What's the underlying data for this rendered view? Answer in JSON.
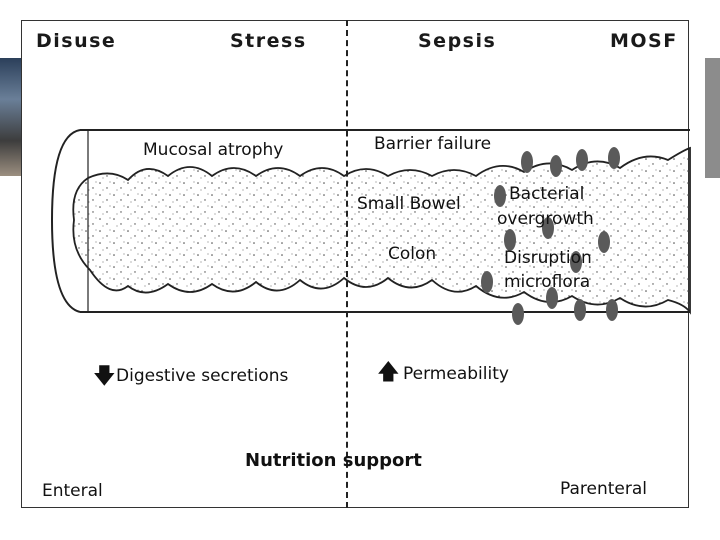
{
  "stages": {
    "disuse": "Disuse",
    "stress": "Stress",
    "sepsis": "Sepsis",
    "mosf": "MOSF"
  },
  "intestine_labels": {
    "mucosal_atrophy": "Mucosal atrophy",
    "barrier_failure": "Barrier failure",
    "small_bowel": "Small Bowel",
    "colon": "Colon",
    "bacterial_overgrowth_1": "Bacterial",
    "bacterial_overgrowth_2": "overgrowth",
    "disruption_microflora_1": "Disruption",
    "disruption_microflora_2": "microflora"
  },
  "effects": {
    "digestive_secretions": "Digestive secretions",
    "permeability": "Permeability",
    "down_arrow_icon": "down-arrow-icon",
    "up_arrow_icon": "up-arrow-icon"
  },
  "footer": {
    "nutrition_support": "Nutrition support",
    "enteral": "Enteral",
    "parenteral": "Parenteral"
  },
  "colors": {
    "line": "#222222",
    "bacteria": "#5a5a5a",
    "background": "#ffffff"
  }
}
